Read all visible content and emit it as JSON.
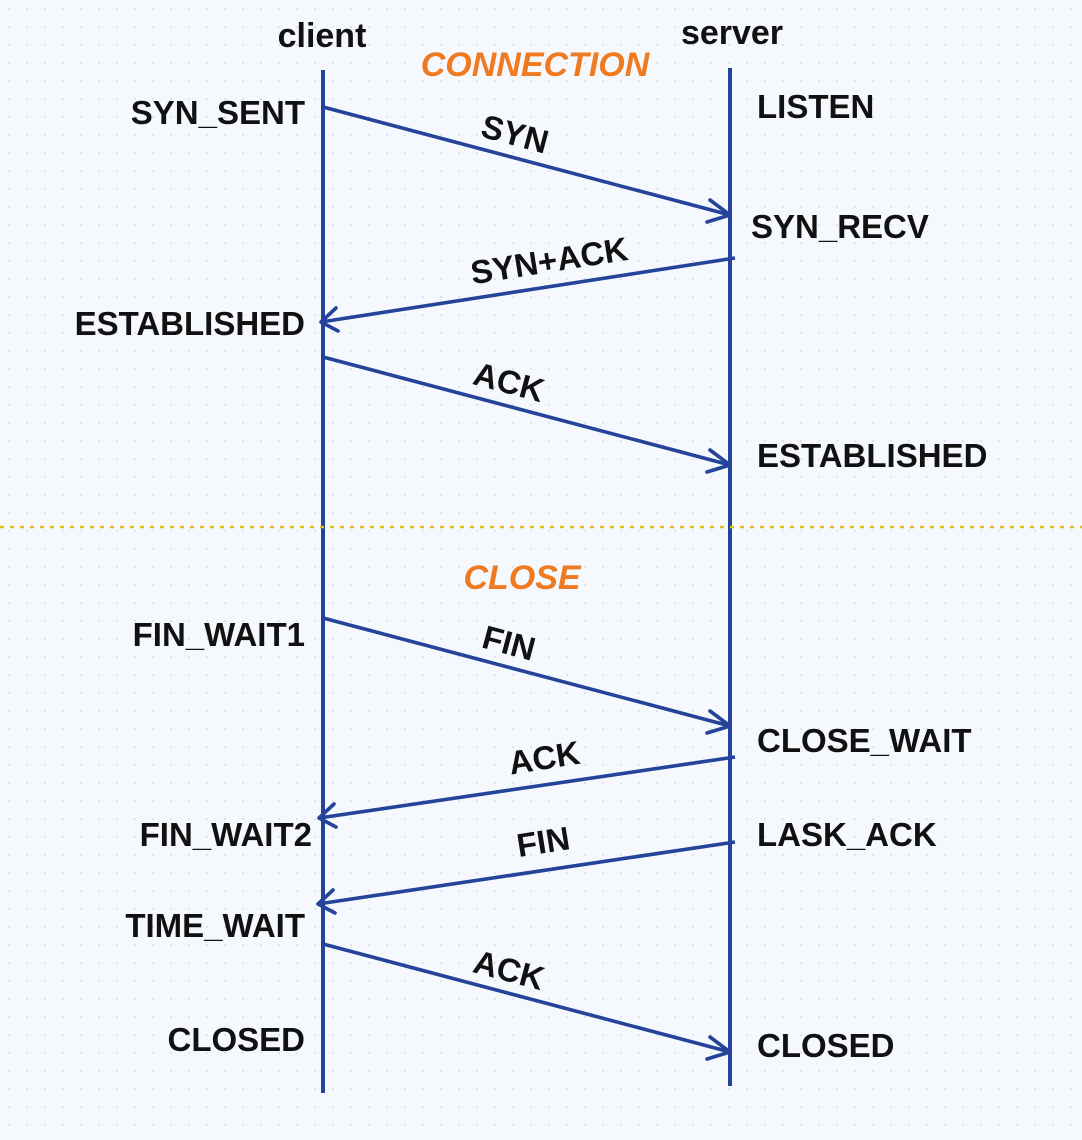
{
  "participants": {
    "client": "client",
    "server": "server"
  },
  "phases": {
    "connection": "CONNECTION",
    "close": "CLOSE"
  },
  "client_states": [
    "SYN_SENT",
    "ESTABLISHED",
    "FIN_WAIT1",
    "FIN_WAIT2",
    "TIME_WAIT",
    "CLOSED"
  ],
  "server_states": [
    "LISTEN",
    "SYN_RECV",
    "ESTABLISHED",
    "CLOSE_WAIT",
    "LASK_ACK",
    "CLOSED"
  ],
  "messages": [
    {
      "label": "SYN",
      "from": "client",
      "to": "server"
    },
    {
      "label": "SYN+ACK",
      "from": "server",
      "to": "client"
    },
    {
      "label": "ACK",
      "from": "client",
      "to": "server"
    },
    {
      "label": "FIN",
      "from": "client",
      "to": "server"
    },
    {
      "label": "ACK",
      "from": "server",
      "to": "client"
    },
    {
      "label": "FIN",
      "from": "server",
      "to": "client"
    },
    {
      "label": "ACK",
      "from": "client",
      "to": "server"
    }
  ],
  "colors": {
    "line": "#24439a",
    "phase": "#f07a1f",
    "divider": "#e2be1c",
    "text": "#111111"
  }
}
